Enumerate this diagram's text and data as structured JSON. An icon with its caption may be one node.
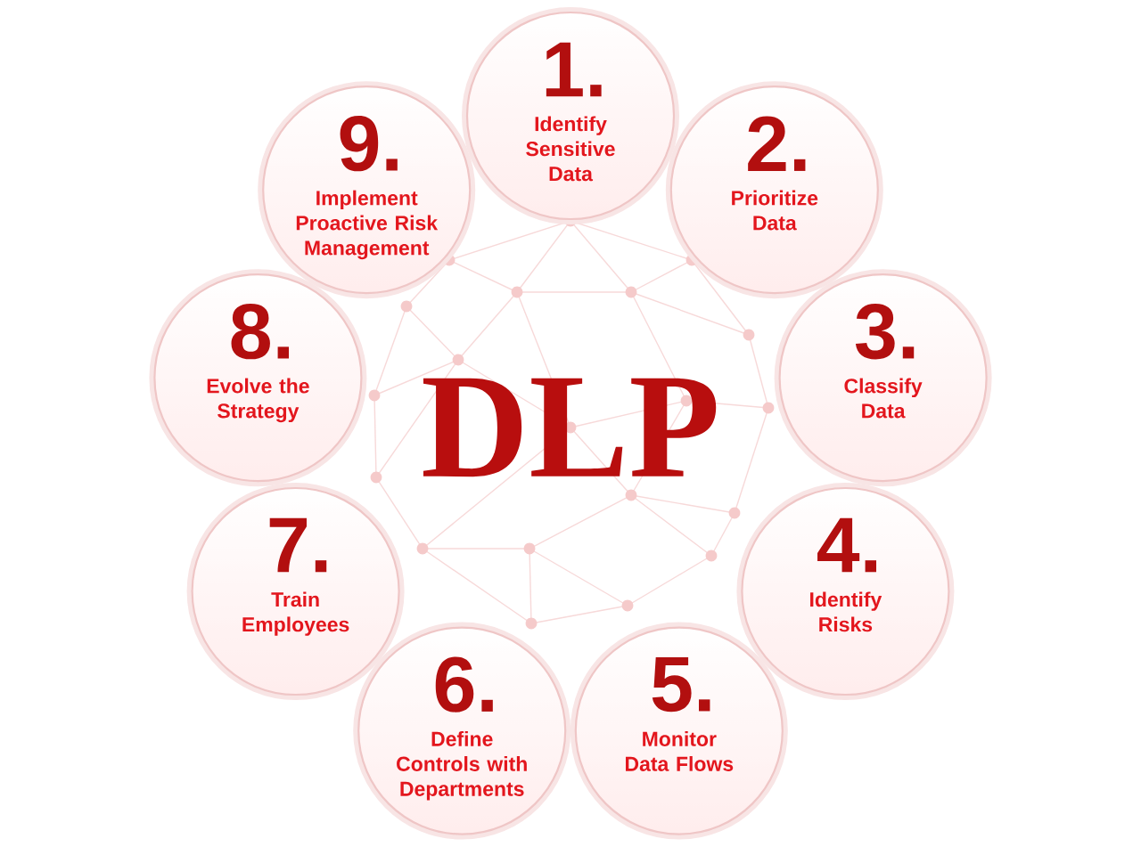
{
  "diagram": {
    "title": "DLP",
    "nodes": [
      {
        "text": [
          "1.",
          "Identify Sensitive Data"
        ]
      },
      {
        "text": [
          "2.",
          "Prioritize Data"
        ]
      },
      {
        "text": [
          "3.",
          "Classify Data"
        ]
      },
      {
        "text": [
          "4.",
          "Identify Risks"
        ]
      },
      {
        "text": [
          "5.",
          "Monitor Data Flows"
        ]
      },
      {
        "text": [
          "6.",
          "Define Controls with Departments"
        ]
      },
      {
        "text": [
          "7.",
          "Train Employees"
        ]
      },
      {
        "text": [
          "8.",
          "Evolve the Strategy"
        ]
      },
      {
        "text": [
          "9.",
          "Implement Proactive Risk Management"
        ]
      }
    ]
  }
}
